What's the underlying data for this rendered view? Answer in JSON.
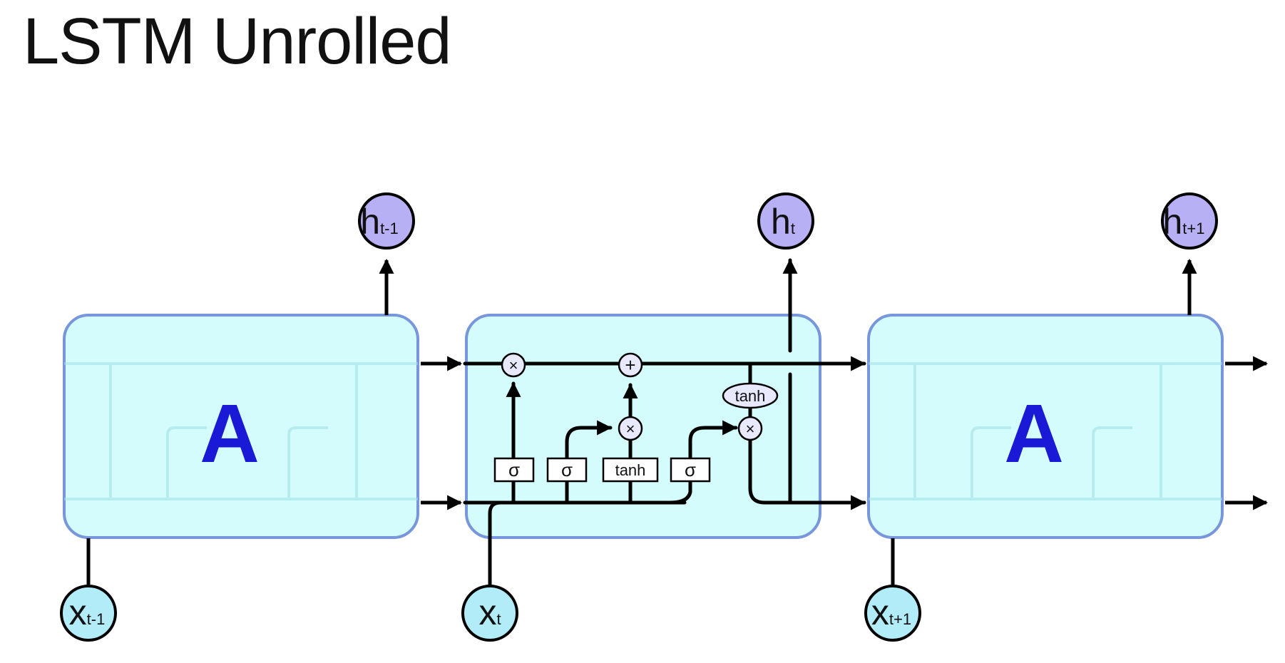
{
  "title": "LSTM Unrolled",
  "cells": [
    {
      "label": "A"
    },
    {
      "label": ""
    },
    {
      "label": "A"
    }
  ],
  "outputs": [
    {
      "base": "h",
      "sub": "t-1"
    },
    {
      "base": "h",
      "sub": "t"
    },
    {
      "base": "h",
      "sub": "t+1"
    }
  ],
  "inputs": [
    {
      "base": "x",
      "sub": "t-1"
    },
    {
      "base": "x",
      "sub": "t"
    },
    {
      "base": "x",
      "sub": "t+1"
    }
  ],
  "gates": {
    "sigma_forget": "σ",
    "sigma_input": "σ",
    "tanh_candidate": "tanh",
    "sigma_output": "σ",
    "tanh_cell": "tanh"
  },
  "operators": {
    "multiply_forget": "×",
    "add_cell": "+",
    "multiply_input": "×",
    "multiply_output": "×"
  },
  "colors": {
    "cell_fill": "#d4fcfc",
    "cell_border": "#7896dc",
    "output_node_fill": "#b8b0f4",
    "input_node_fill": "#b2ecf8",
    "cell_label": "#1a1ad6",
    "line": "#000000"
  }
}
